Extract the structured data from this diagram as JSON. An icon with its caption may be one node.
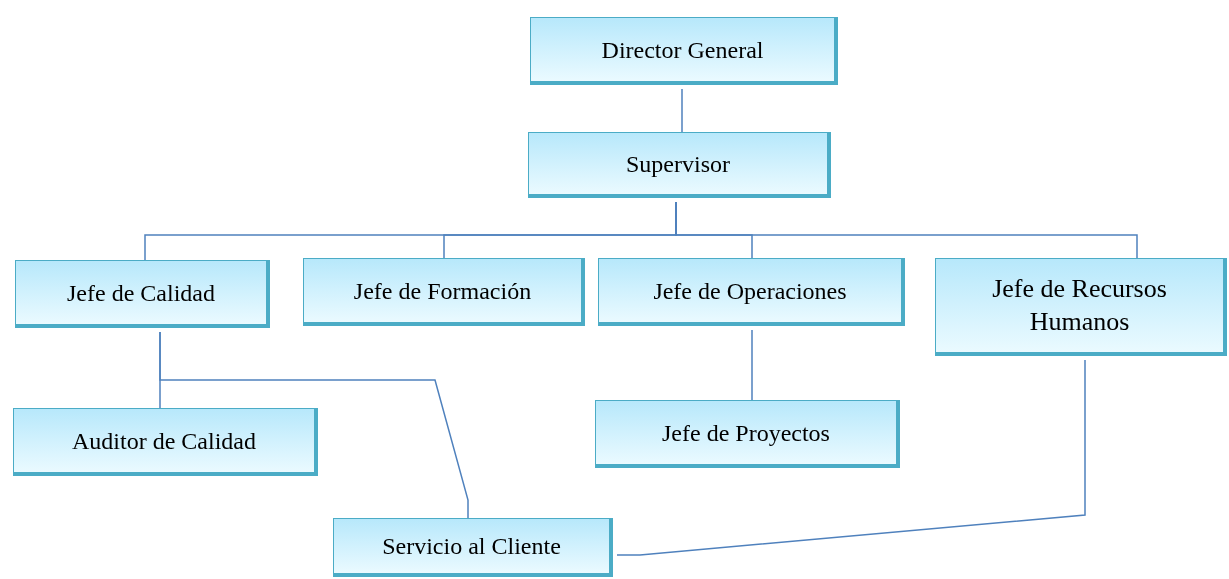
{
  "diagram": {
    "nodes": [
      {
        "text": [
          "Director General"
        ]
      },
      {
        "text": [
          "Supervisor"
        ]
      },
      {
        "text": [
          "Jefe de Calidad"
        ]
      },
      {
        "text": [
          "Jefe de Formación"
        ]
      },
      {
        "text": [
          "Jefe de Operaciones"
        ]
      },
      {
        "text": [
          "Jefe de Recursos Humanos"
        ]
      },
      {
        "text": [
          "Auditor de Calidad"
        ]
      },
      {
        "text": [
          "Jefe de Proyectos"
        ]
      },
      {
        "text": [
          "Servicio al Cliente"
        ]
      }
    ],
    "edges": [
      {
        "from": 0,
        "to": 1,
        "arrow": "none"
      },
      {
        "from": 1,
        "to": 2,
        "arrow": "none"
      },
      {
        "from": 1,
        "to": 3,
        "arrow": "none"
      },
      {
        "from": 1,
        "to": 4,
        "arrow": "none"
      },
      {
        "from": 1,
        "to": 5,
        "arrow": "none"
      },
      {
        "from": 2,
        "to": 6,
        "arrow": "none"
      },
      {
        "from": 2,
        "to": 8,
        "arrow": "none"
      },
      {
        "from": 4,
        "to": 7,
        "arrow": "none"
      },
      {
        "from": 5,
        "to": 8,
        "arrow": "none"
      }
    ]
  }
}
